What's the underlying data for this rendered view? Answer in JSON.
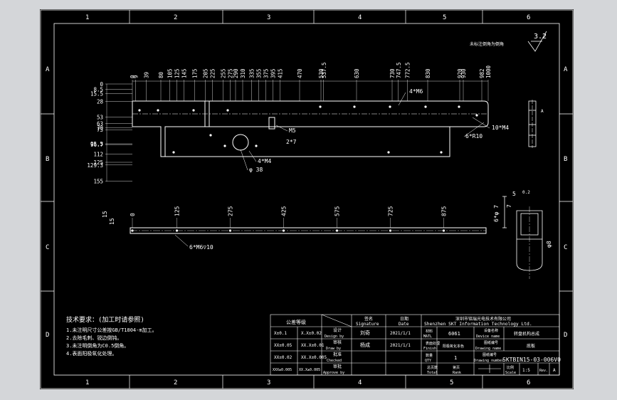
{
  "colors": {
    "window_bg": "#d4d6d9",
    "sheet": "#000000",
    "line": "#ffffff"
  },
  "border": {
    "cols": [
      "1",
      "2",
      "3",
      "4",
      "5",
      "6"
    ],
    "rows": [
      "A",
      "B",
      "C",
      "D"
    ]
  },
  "surface_mark": "3.2",
  "view_title": "未标注倒角为倒角",
  "top_dims_horizontal": [
    "0",
    "9",
    "39",
    "80",
    "105",
    "125",
    "145",
    "175",
    "205",
    "225",
    "255",
    "275",
    "290",
    "310",
    "335",
    "355",
    "375",
    "395",
    "415",
    "470",
    "530",
    "537.5",
    "630",
    "730",
    "747.5",
    "772.5",
    "830",
    "920",
    "930",
    "982",
    "1000"
  ],
  "left_dims_vertical": [
    "0",
    "8.5",
    "15.5",
    "28",
    "53",
    "63",
    "70",
    "73",
    "95.5",
    "96.7",
    "112",
    "125",
    "129.3",
    "155"
  ],
  "top_view_notes": {
    "holes_a": "4*M6",
    "m4": "10*M4",
    "r10": "6*R10",
    "m5": "M5",
    "hole_2": "2*7",
    "hole_4": "4*M4",
    "bore": "φ 38"
  },
  "section_dims": {
    "top": "5",
    "tol": "0.2",
    "seven": "7",
    "dia": "φ8",
    "side": "6*φ 7"
  },
  "side_view_dims": [
    "0",
    "125",
    "275",
    "425",
    "575",
    "725",
    "875"
  ],
  "side_view_left": [
    "15",
    "15"
  ],
  "side_view_note": "6*M6▽10",
  "notes": {
    "title": "技术要求：(加工时请参照)",
    "lines": [
      "1.未注明尺寸公差按GB/T1804-m加工。",
      "2.去除毛刺、锐边倒钝。",
      "3.未注明倒角为C0.5倒角。",
      "4.表面阳极氧化处理。"
    ]
  },
  "title_block": {
    "tolerance_header": "公差等级",
    "tolerances": [
      [
        "X±0.1",
        "X.X±0.02"
      ],
      [
        "XX±0.05",
        "XX.X±0.01"
      ],
      [
        "XX±0.02",
        "XX.X±0.005"
      ],
      [
        "XXX±0.005",
        "XX.X±0.005"
      ]
    ],
    "role_labels": [
      {
        "cn": "设计",
        "en": "Design by"
      },
      {
        "cn": "审核",
        "en": "Draw by"
      },
      {
        "cn": "批准",
        "en": "Checked"
      },
      {
        "cn": "审批",
        "en": "Approve by"
      }
    ],
    "signature_header": {
      "cn": "签名",
      "en": "Signature"
    },
    "date_header": {
      "cn": "日期",
      "en": "Date"
    },
    "names": [
      "刘奇",
      "杨成",
      "",
      ""
    ],
    "dates": [
      "2021/1/1",
      "2021/1/1",
      "",
      ""
    ],
    "company_cn": "深圳市铭瑞光电技术有限公司",
    "company_en": "Shenzhen SKT Information Technology Ltd.",
    "material_label": {
      "cn": "材料",
      "en": "MATL"
    },
    "material": "6061",
    "device_label": {
      "cn": "设备名称",
      "en": "Device name"
    },
    "device_name": "转盘机构总成",
    "part_label": "底板",
    "finish_label": {
      "cn": "表面处理",
      "en": "Finish"
    },
    "finish": "阳极氧化本色",
    "drawing_label": {
      "cn": "图纸编号",
      "en": "Drawing name"
    },
    "qty_label": {
      "cn": "数量",
      "en": "QTY"
    },
    "qty": "1",
    "drawing_number_label": {
      "cn": "图纸编号",
      "en": "Drawing number"
    },
    "drawing_number": "SKTBIN15-03-006V0",
    "total_label": {
      "cn": "总页数",
      "en": "Total"
    },
    "rank_label": {
      "cn": "第页",
      "en": "Rank"
    },
    "scale_label": {
      "cn": "比例",
      "en": "Scale"
    },
    "scale": "1:5",
    "rev_label": "Rev.",
    "rev": "A"
  }
}
